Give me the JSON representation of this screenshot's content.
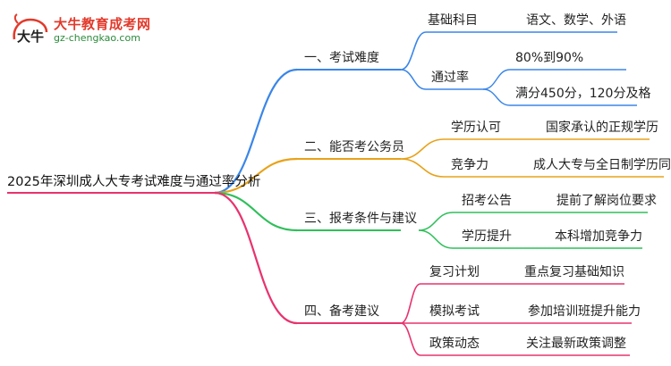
{
  "logo": {
    "name": "大牛教育成考网",
    "url": "gz-chengkao.com",
    "mark_chars": "大牛"
  },
  "root": "2025年深圳成人大专考试难度与通过率分析",
  "colors": {
    "branch1": "#3a86e8",
    "branch2": "#e8a21a",
    "branch3": "#2fbf5a",
    "branch4": "#e8336e",
    "root_line": "#e8336e"
  },
  "branches": [
    {
      "label": "一、考试难度",
      "children": [
        {
          "label": "基础科目",
          "leaves": [
            "语文、数学、外语"
          ]
        },
        {
          "label": "通过率",
          "leaves": [
            "80%到90%",
            "满分450分，120分及格"
          ]
        }
      ]
    },
    {
      "label": "二、能否考公务员",
      "children": [
        {
          "label": "学历认可",
          "leaves": [
            "国家承认的正规学历"
          ]
        },
        {
          "label": "竞争力",
          "leaves": [
            "成人大专与全日制学历同等"
          ]
        }
      ]
    },
    {
      "label": "三、报考条件与建议",
      "children": [
        {
          "label": "招考公告",
          "leaves": [
            "提前了解岗位要求"
          ]
        },
        {
          "label": "学历提升",
          "leaves": [
            "本科增加竞争力"
          ]
        }
      ]
    },
    {
      "label": "四、备考建议",
      "children": [
        {
          "label": "复习计划",
          "leaves": [
            "重点复习基础知识"
          ]
        },
        {
          "label": "模拟考试",
          "leaves": [
            "参加培训班提升能力"
          ]
        },
        {
          "label": "政策动态",
          "leaves": [
            "关注最新政策调整"
          ]
        }
      ]
    }
  ]
}
